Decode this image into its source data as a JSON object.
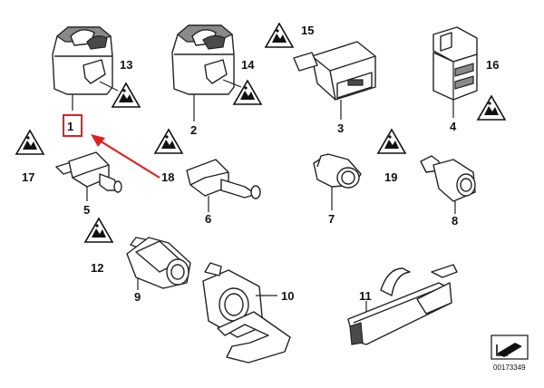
{
  "diagram": {
    "callouts": [
      {
        "id": "1",
        "label": "1"
      },
      {
        "id": "2",
        "label": "2"
      },
      {
        "id": "3",
        "label": "3"
      },
      {
        "id": "4",
        "label": "4"
      },
      {
        "id": "5",
        "label": "5"
      },
      {
        "id": "6",
        "label": "6"
      },
      {
        "id": "7",
        "label": "7"
      },
      {
        "id": "8",
        "label": "8"
      },
      {
        "id": "9",
        "label": "9"
      },
      {
        "id": "10",
        "label": "10"
      },
      {
        "id": "11",
        "label": "11"
      },
      {
        "id": "12",
        "label": "12"
      },
      {
        "id": "13",
        "label": "13"
      },
      {
        "id": "14",
        "label": "14"
      },
      {
        "id": "15",
        "label": "15"
      },
      {
        "id": "16",
        "label": "16"
      },
      {
        "id": "17",
        "label": "17"
      },
      {
        "id": "18",
        "label": "18"
      },
      {
        "id": "19",
        "label": "19"
      }
    ],
    "highlight": {
      "callout": "1",
      "color": "#e02020"
    },
    "arrow_color": "#e02020",
    "warning_icon": "warning-triangle-icon",
    "drawing_number": "00173349",
    "corner_icon": "arrow-ref-icon"
  }
}
